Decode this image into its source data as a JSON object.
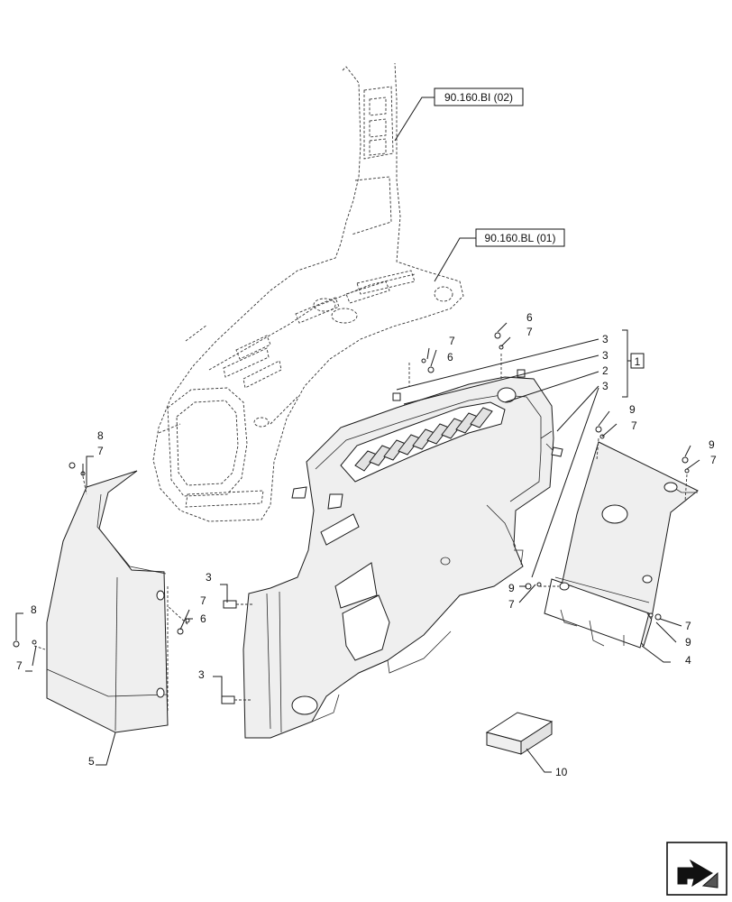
{
  "references": {
    "ref_a": "90.160.BI (02)",
    "ref_b": "90.160.BL (01)",
    "kit_box": "1"
  },
  "callouts": {
    "c2": "2",
    "c3": "3",
    "c4": "4",
    "c5": "5",
    "c6": "6",
    "c7": "7",
    "c8": "8",
    "c9": "9",
    "c10": "10"
  },
  "nav_icon": "next-page-arrow-icon"
}
